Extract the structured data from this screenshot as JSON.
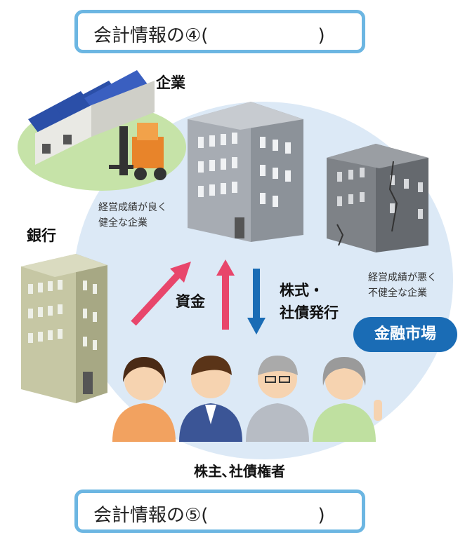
{
  "top_box": {
    "text": "会計情報の④(　　　　　　)"
  },
  "bottom_box": {
    "text": "会計情報の⑤(　　　　　　)"
  },
  "labels": {
    "company": "企業",
    "bank": "銀行",
    "good_company_line1": "経営成績が良く",
    "good_company_line2": "健全な企業",
    "bad_company_line1": "経営成績が悪く",
    "bad_company_line2": "不健全な企業",
    "funds": "資金",
    "issue_line1": "株式・",
    "issue_line2": "社債発行",
    "market": "金融市場",
    "investors": "株主､社債権者"
  },
  "colors": {
    "box_border": "#6cb6e2",
    "circle_fill": "#dce9f6",
    "arrow_up": "#e8466b",
    "arrow_down": "#1a6cb5",
    "market_pill": "#1a6cb5"
  }
}
